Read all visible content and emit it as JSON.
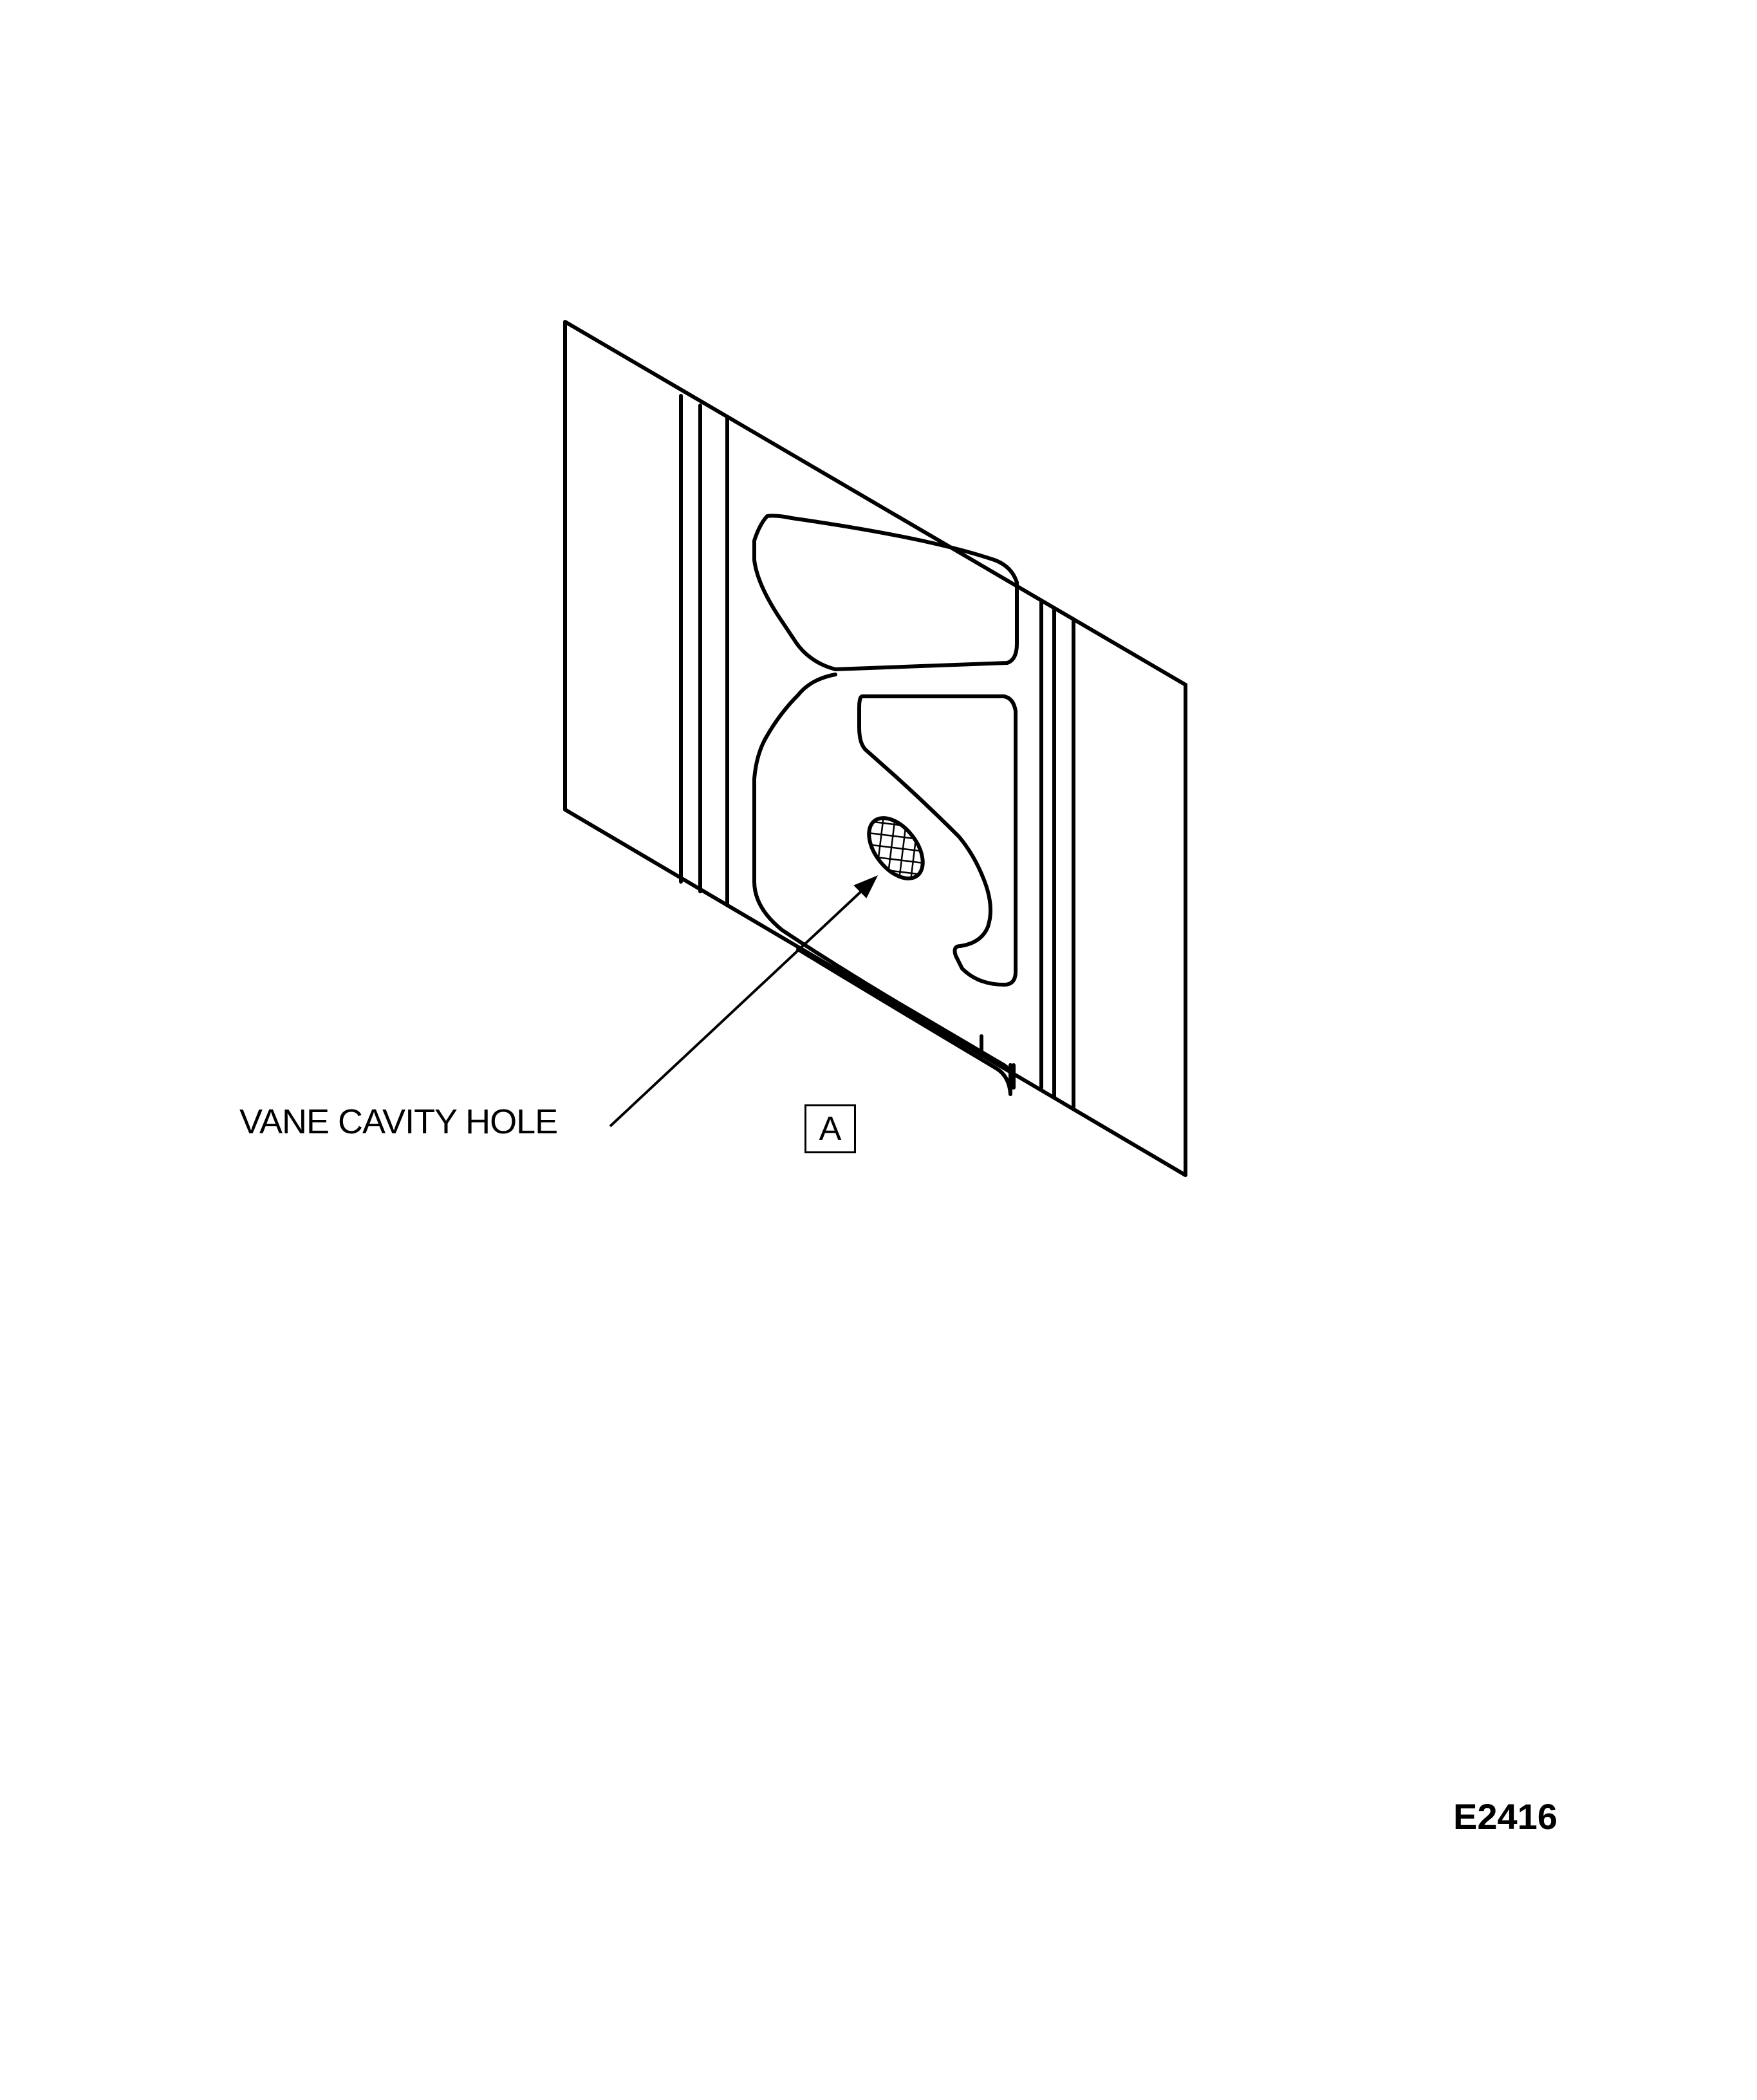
{
  "figure": {
    "callout_label": "VANE CAVITY HOLE",
    "view_letter": "A",
    "figure_number": "E2416"
  },
  "style": {
    "line_color": "#000000",
    "background": "#ffffff"
  }
}
